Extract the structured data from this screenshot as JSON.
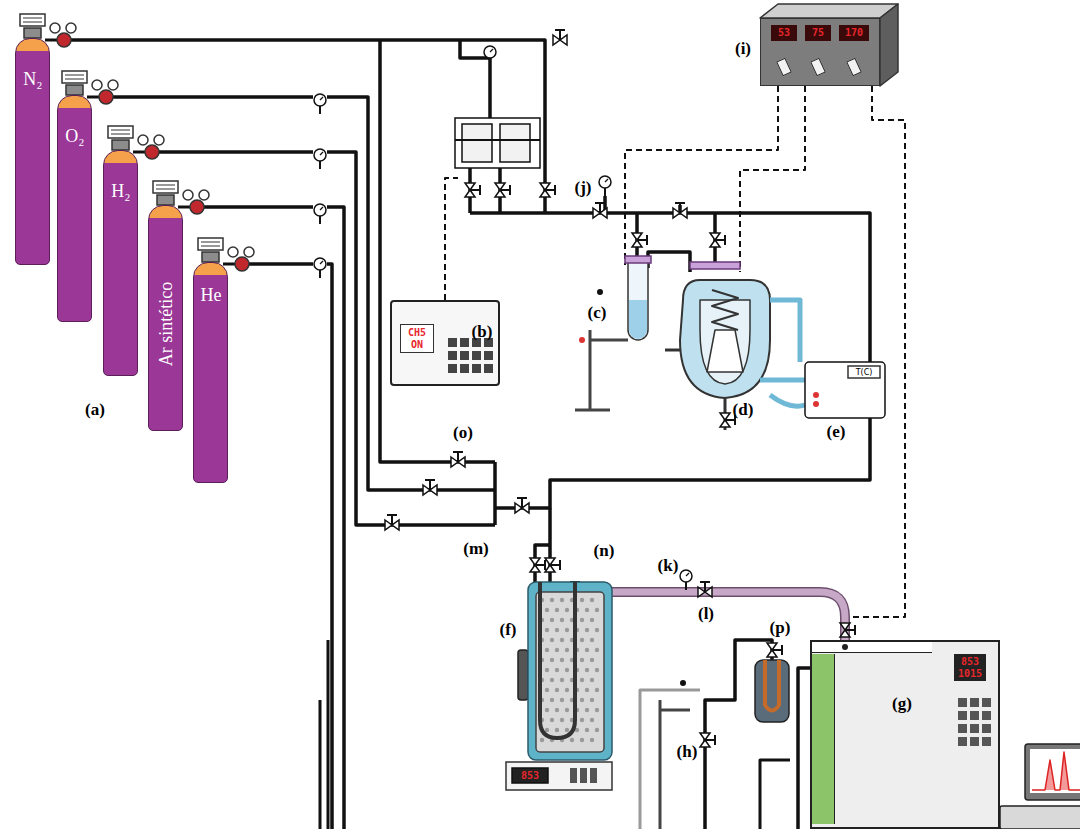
{
  "diagram": {
    "nodes": [
      {
        "text": [
          "N₂"
        ]
      },
      {
        "text": [
          "O₂"
        ]
      },
      {
        "text": [
          "H₂"
        ]
      },
      {
        "text": [
          "Ar sintético"
        ]
      },
      {
        "text": [
          "He"
        ]
      },
      {
        "text": [
          "(b)",
          "CH5 ON"
        ]
      },
      {
        "text": [
          "(i)",
          "53",
          "75",
          "170"
        ]
      },
      {
        "text": [
          "(g)",
          "853 1015"
        ]
      }
    ],
    "labels": [
      "(a)",
      "(c)",
      "(d)",
      "(e)",
      "(f)",
      "(h)",
      "(j)",
      "(k)",
      "(l)",
      "(m)",
      "(n)",
      "(o)",
      "(p)",
      "T(C)",
      "853"
    ]
  }
}
